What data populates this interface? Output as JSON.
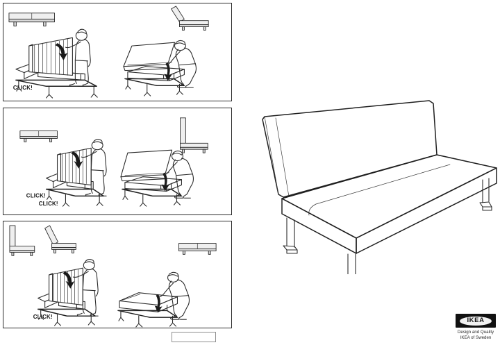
{
  "document": {
    "type": "assembly-instruction-sheet",
    "brand": "IKEA",
    "page_number_label": ""
  },
  "brand_block": {
    "wordmark": "IKEA",
    "tagline_line_1": "Design and Quality",
    "tagline_line_2": "IKEA of Sweden",
    "logo_background_color": "#111111",
    "logo_oval_color": "#f2f2f2"
  },
  "panels": [
    {
      "id": "panel-1",
      "name": "step-panel-1",
      "position_icons": [
        {
          "name": "flat-bed-position-icon",
          "label": "flat bed position",
          "corner": "top-left"
        },
        {
          "name": "reclined-lounger-position-icon",
          "label": "reclined lounger position",
          "corner": "top-right"
        }
      ],
      "illustrations": [
        {
          "name": "person-lifting-slatted-backrest",
          "click_labels": [
            "CLICK!"
          ],
          "arrow": "rotate-backrest-down"
        },
        {
          "name": "person-folding-mattress-forward",
          "click_labels": [],
          "arrow": "fold-mattress-down"
        }
      ]
    },
    {
      "id": "panel-2",
      "name": "step-panel-2",
      "position_icons": [
        {
          "name": "flat-bed-position-icon",
          "label": "flat bed position",
          "corner": "top-left"
        },
        {
          "name": "upright-sofa-position-icon",
          "label": "upright sofa position",
          "corner": "top-right"
        }
      ],
      "illustrations": [
        {
          "name": "person-lifting-slatted-backrest",
          "click_labels": [
            "CLICK!",
            "CLICK!"
          ],
          "arrow": "rotate-backrest-down"
        },
        {
          "name": "person-folding-mattress-forward",
          "click_labels": [],
          "arrow": "fold-mattress-down"
        }
      ]
    },
    {
      "id": "panel-3",
      "name": "step-panel-3",
      "position_icons": [
        {
          "name": "upright-sofa-position-icon",
          "label": "upright sofa position",
          "corner": "top-left"
        },
        {
          "name": "reclined-lounger-position-icon",
          "label": "reclined lounger position",
          "corner": "top-left-second"
        },
        {
          "name": "flat-bed-position-icon",
          "label": "flat bed position",
          "corner": "top-right"
        }
      ],
      "illustrations": [
        {
          "name": "person-lifting-slatted-backrest",
          "click_labels": [
            "CLICK!"
          ],
          "arrow": "rotate-backrest-down"
        },
        {
          "name": "person-folding-mattress-flat",
          "click_labels": [],
          "arrow": "fold-mattress-down"
        }
      ]
    }
  ],
  "hero": {
    "name": "sofa-bed-product-illustration",
    "description": "three-seat sofa bed with reclined backrest and four square legs",
    "legs_count": 4
  },
  "labels": {
    "click": "CLICK!"
  },
  "colors": {
    "line": "#2b2b2b",
    "fill_light": "#efefef",
    "fill_grey": "#d9d9d9",
    "paper": "#ffffff"
  }
}
